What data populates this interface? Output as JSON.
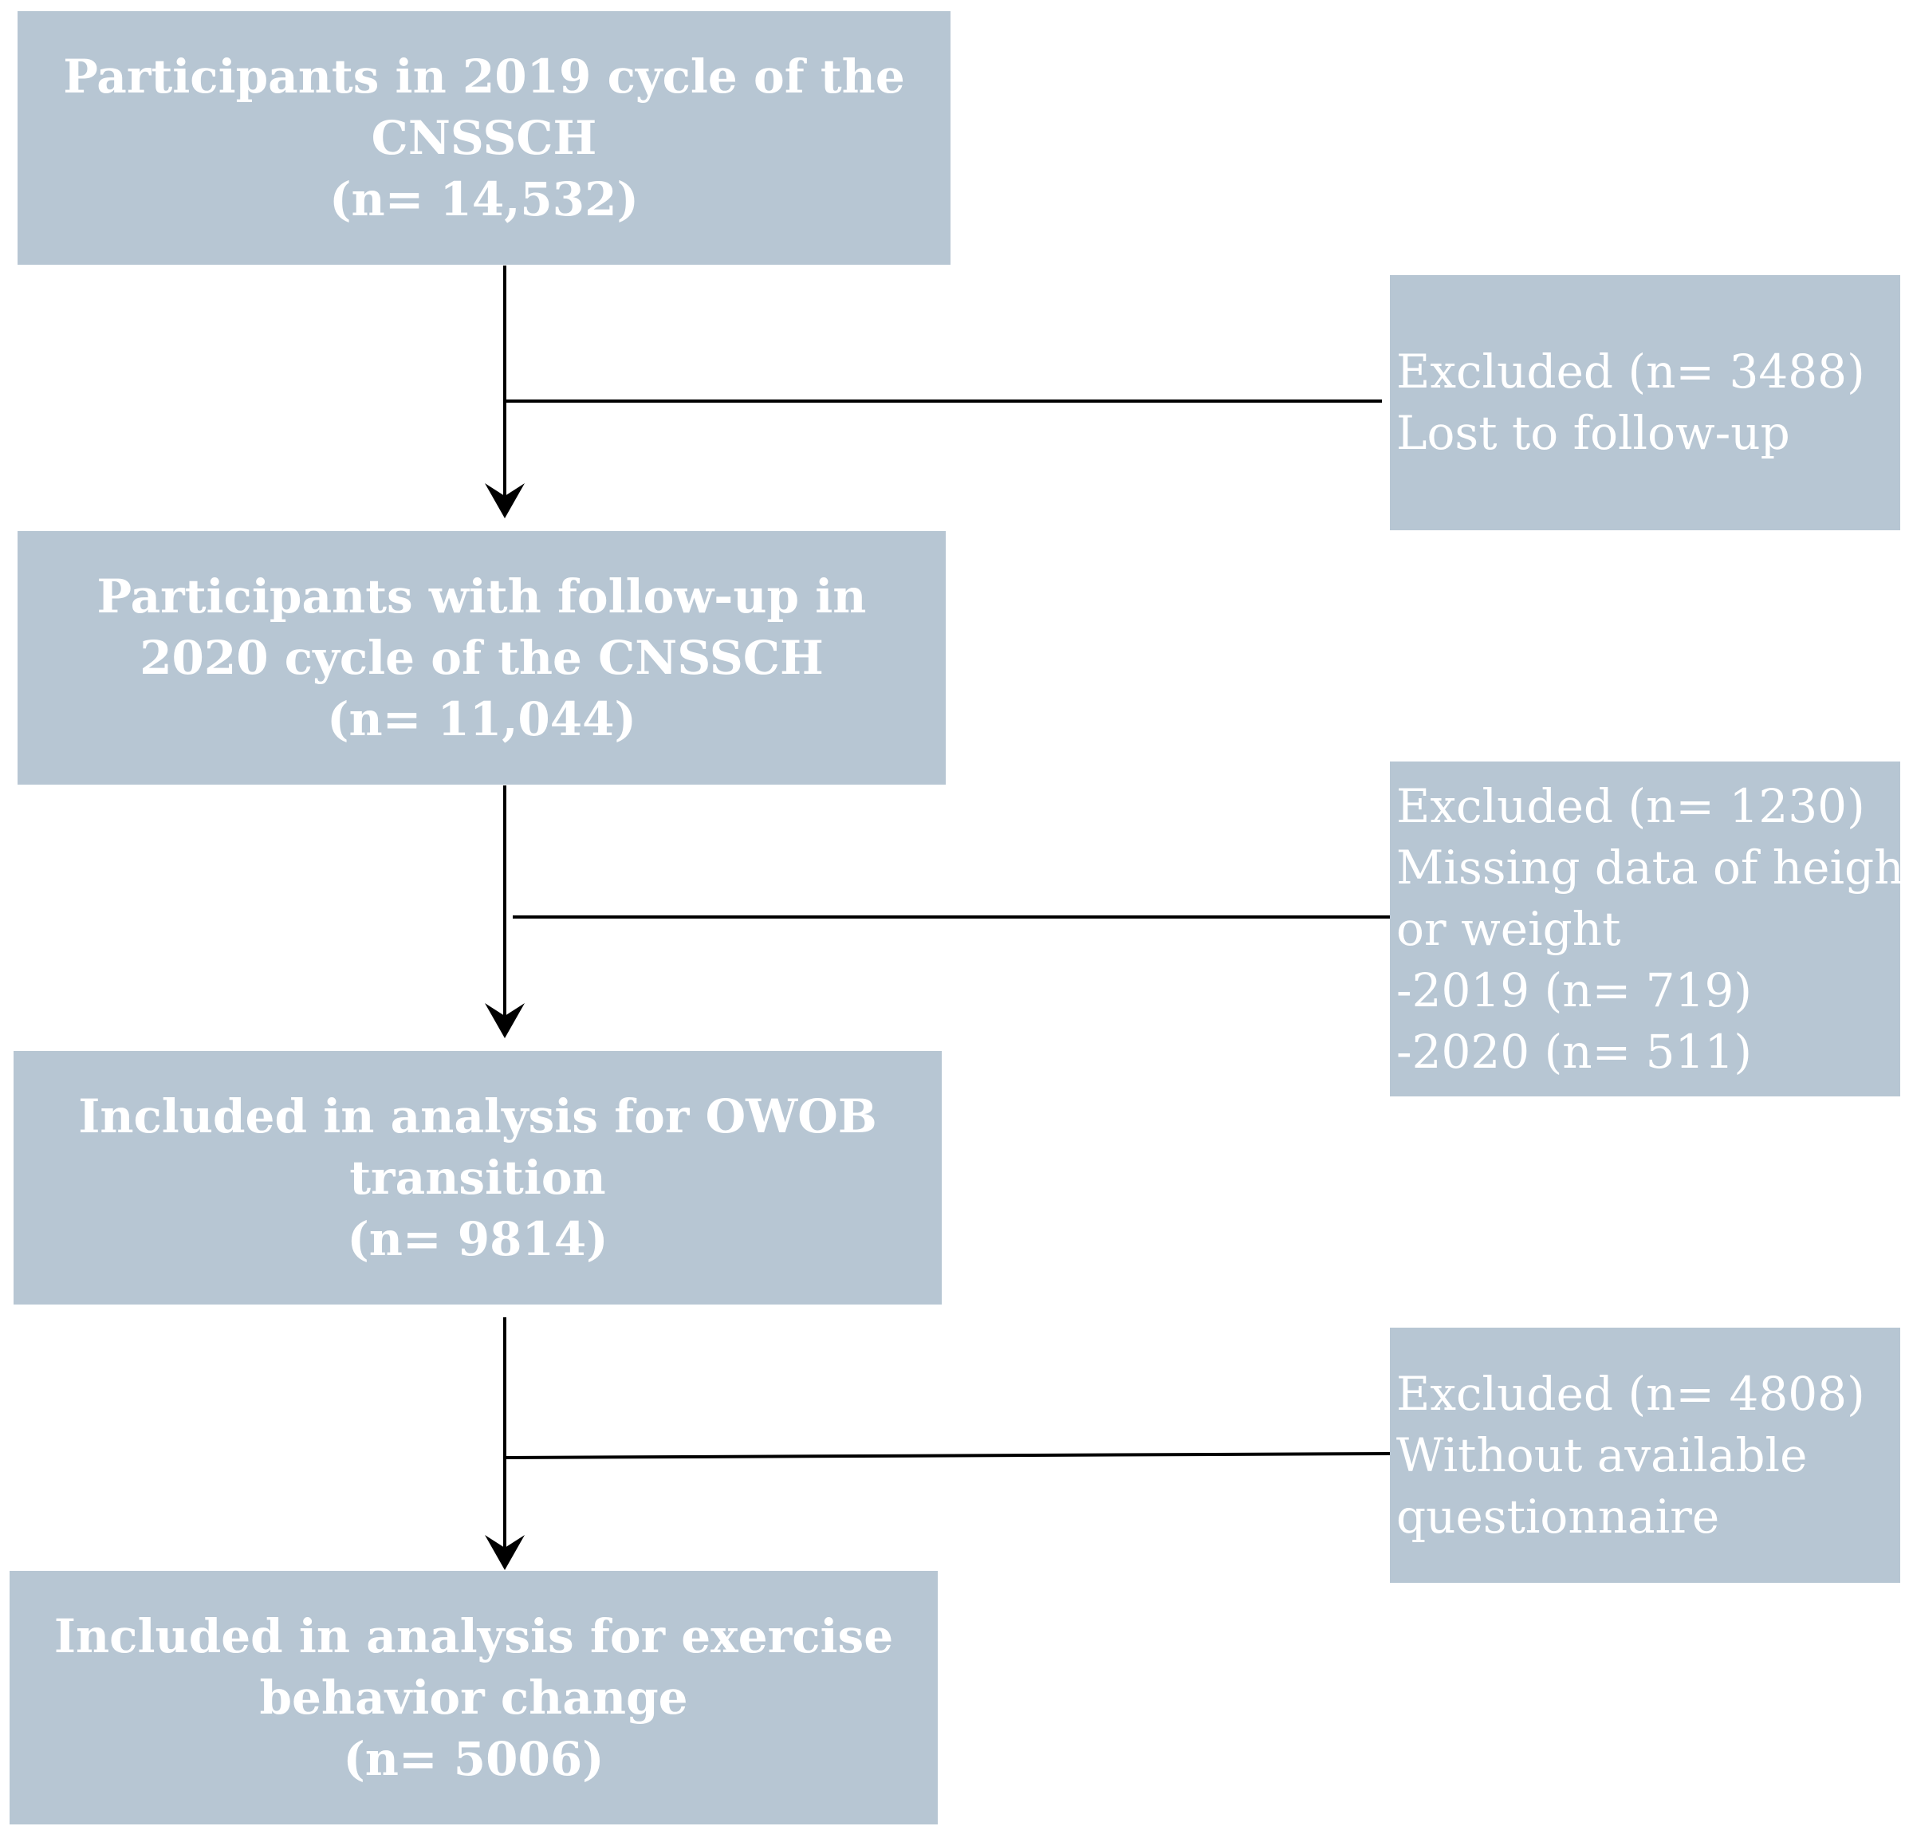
{
  "main_boxes": [
    {
      "lines": [
        "Participants in 2019 cycle of the",
        "CNSSCH",
        "(n= 14,532)"
      ]
    },
    {
      "lines": [
        "Participants with follow-up in",
        "2020 cycle of the CNSSCH",
        "(n= 11,044)"
      ]
    },
    {
      "lines": [
        "Included in analysis for OWOB",
        "transition",
        "(n= 9814)"
      ]
    },
    {
      "lines": [
        "Included in analysis for exercise",
        "behavior change",
        "(n= 5006)"
      ]
    }
  ],
  "exclusion_boxes": [
    {
      "lines": [
        "Excluded (n= 3488)",
        "Lost to follow-up"
      ]
    },
    {
      "lines": [
        "Excluded (n= 1230)",
        "Missing data of height",
        "or weight",
        "-2019 (n= 719)",
        "-2020 (n= 511)"
      ]
    },
    {
      "lines": [
        "Excluded (n= 4808)",
        "Without available",
        "questionnaire"
      ]
    }
  ],
  "colors": {
    "box_fill": "#b7c6d3",
    "box_text": "#ffffff",
    "line": "#000000"
  }
}
